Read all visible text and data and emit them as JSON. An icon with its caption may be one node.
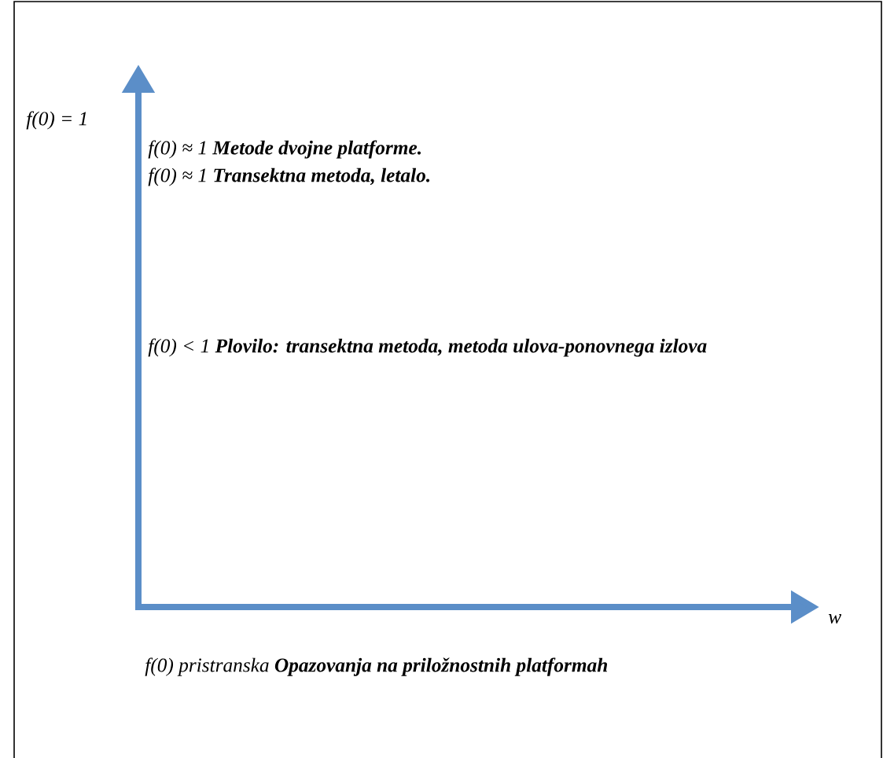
{
  "diagram": {
    "labels": [
      "f(0) = 1",
      "f(0) ≈ 1  **Metode dvojne platforme.**",
      "f(0) ≈ 1  **Transektna metoda, letalo.**",
      "f(0) < 1 **Plovilo: transektna metoda, metoda ulova-ponovnega izlova**",
      "w",
      "f(0) pristranska  **Opazovanja na priložnostnih platformah**"
    ]
  }
}
